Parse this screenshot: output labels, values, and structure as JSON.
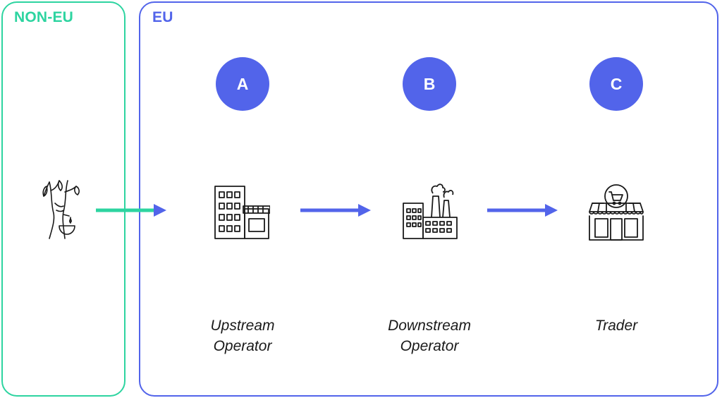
{
  "regions": {
    "non_eu": {
      "label": "NON-EU",
      "color": "#2dd4a0"
    },
    "eu": {
      "label": "EU",
      "color": "#5264ea"
    }
  },
  "stages": [
    {
      "badge": "A",
      "label_line1": "Upstream",
      "label_line2": "Operator",
      "icon": "office-building-shop-icon"
    },
    {
      "badge": "B",
      "label_line1": "Downstream",
      "label_line2": "Operator",
      "icon": "factory-icon"
    },
    {
      "badge": "C",
      "label_line1": "Trader",
      "label_line2": "",
      "icon": "storefront-cart-icon"
    }
  ],
  "source_icon": "tree-sap-bowl-icon",
  "colors": {
    "eu_accent": "#5264ea",
    "non_eu_accent": "#2dd4a0",
    "icon_stroke": "#1a1a1a"
  }
}
